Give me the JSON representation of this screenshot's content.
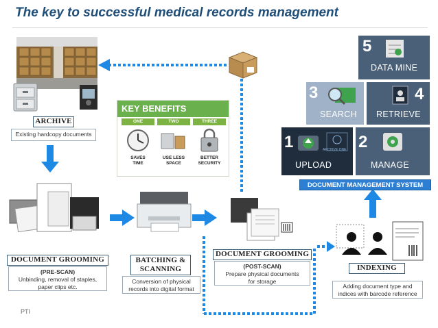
{
  "title": "The key to successful medical records management",
  "footer": "PTI",
  "archive": {
    "heading": "ARCHIVE",
    "description": "Existing hardcopy documents"
  },
  "key_benefits": {
    "heading": "KEY BENEFITS",
    "columns": [
      {
        "num": "ONE",
        "line1": "SAVES",
        "line2": "TIME"
      },
      {
        "num": "TWO",
        "line1": "USE LESS",
        "line2": "SPACE"
      },
      {
        "num": "THREE",
        "line1": "BETTER",
        "line2": "SECURITY"
      }
    ]
  },
  "steps": {
    "pre_scan": {
      "heading": "DOCUMENT GROOMING",
      "subheading": "(PRE-SCAN)",
      "description_line1": "Unbinding, removal of staples,",
      "description_line2": "paper clips etc."
    },
    "batching": {
      "heading_line1": "BATCHING &",
      "heading_line2": "SCANNING",
      "description_line1": "Conversion of physical",
      "description_line2": "records into digital format"
    },
    "post_scan": {
      "heading": "DOCUMENT GROOMING",
      "subheading": "(POST-SCAN)",
      "description_line1": "Prepare physical documents",
      "description_line2": "for storage"
    },
    "indexing": {
      "heading": "INDEXING",
      "description_line1": "Adding document type and",
      "description_line2": "indices with barcode reference"
    }
  },
  "dms": {
    "banner": "DOCUMENT MANAGEMENT SYSTEM",
    "tiles": [
      {
        "num": "1",
        "label": "UPLOAD"
      },
      {
        "num": "2",
        "label": "MANAGE"
      },
      {
        "num": "3",
        "label": "SEARCH"
      },
      {
        "num": "4",
        "label": "RETRIEVE"
      },
      {
        "num": "5",
        "label": "DATA MINE"
      }
    ],
    "logo_text": "ARCHIVE ONE"
  },
  "colors": {
    "title": "#1f4e79",
    "arrow_blue": "#1e88e5",
    "tile_dark": "#1f2d3d",
    "tile_mid": "#4a5f78",
    "tile_light": "#9fb2c8",
    "banner_blue": "#2d7fd4",
    "benefits_green": "#6ab04c"
  }
}
